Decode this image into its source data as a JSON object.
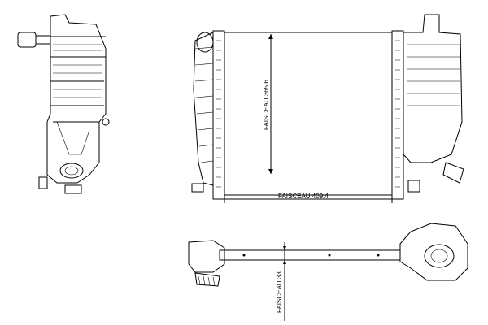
{
  "drawing": {
    "height_label": "FAISCEAU 365.6",
    "width_label": "FAISCEAU 409.4",
    "depth_label": "FAISCEAU 33"
  }
}
